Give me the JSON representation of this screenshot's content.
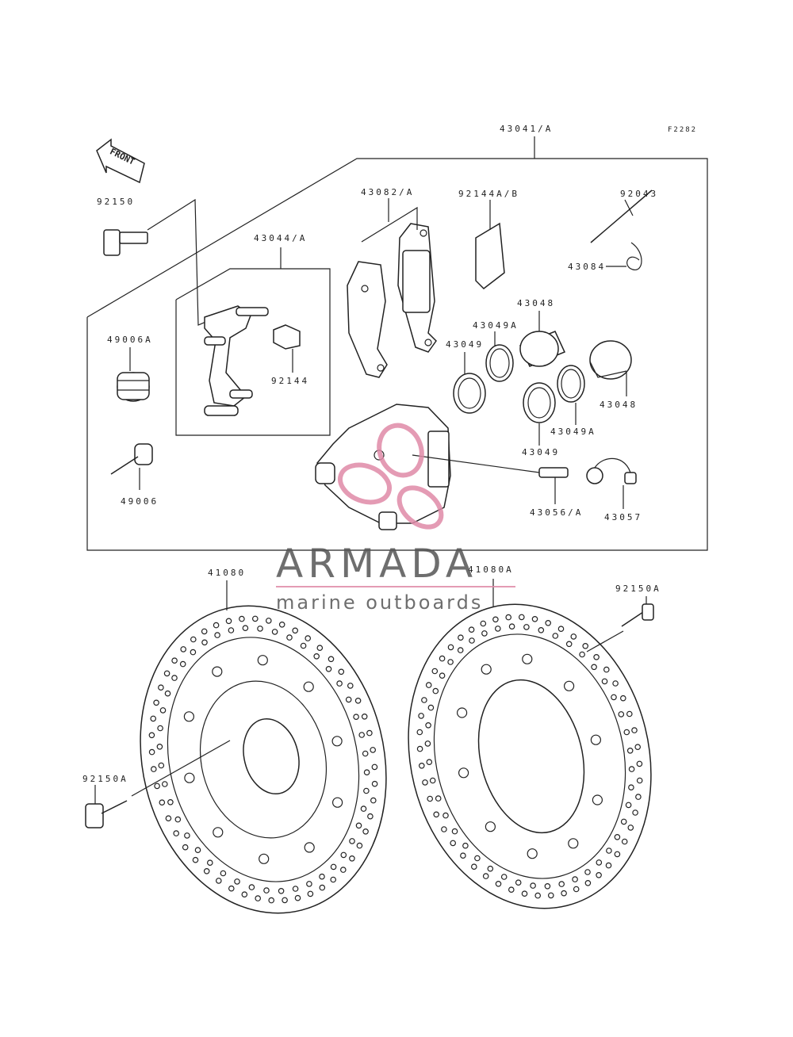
{
  "diagram": {
    "code": "F2282",
    "front_label": "FRONT",
    "labels": {
      "p43041": "43041/A",
      "p92150": "92150",
      "p43082": "43082/A",
      "p92144ab": "92144A/B",
      "p92043": "92043",
      "p43084": "43084",
      "p43044": "43044/A",
      "p49006a": "49006A",
      "p92144": "92144",
      "p43048a": "43048",
      "p43049a_top": "43049A",
      "p43049_top": "43049",
      "p43048b": "43048",
      "p43049a_bot": "43049A",
      "p43049_bot": "43049",
      "p49006": "49006",
      "p43056": "43056/A",
      "p43057": "43057",
      "p41080": "41080",
      "p41080a": "41080A",
      "p92150a_right": "92150A",
      "p92150a_left": "92150A"
    }
  },
  "watermark": {
    "title": "ARMADA",
    "subtitle": "marine outboards",
    "accent_color": "#e08aa8"
  }
}
